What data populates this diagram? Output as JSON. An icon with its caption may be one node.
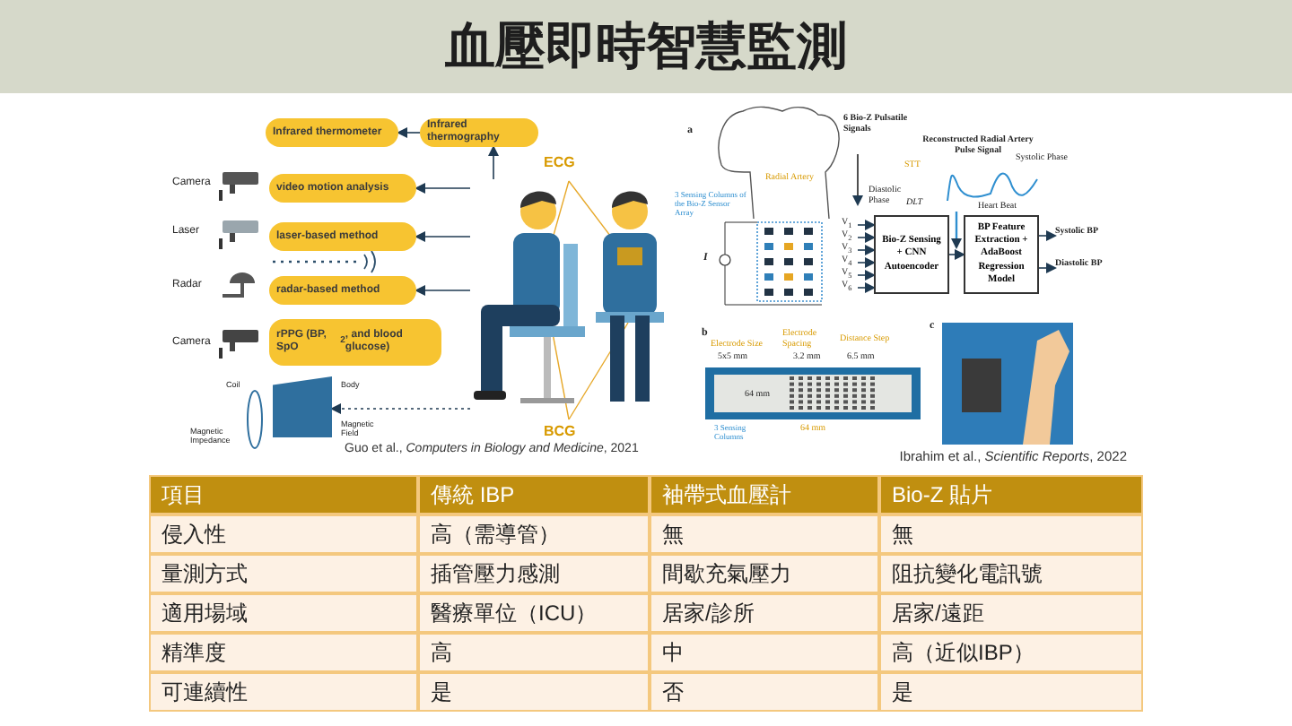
{
  "diagram": {
    "title": "血壓即時智慧監測",
    "nodes": [
      {
        "text": [
          "Infrared thermometer"
        ]
      },
      {
        "text": [
          "Infrared thermography"
        ]
      },
      {
        "text": [
          "video motion analysis"
        ]
      },
      {
        "text": [
          "laser-based method"
        ]
      },
      {
        "text": [
          "radar-based method"
        ]
      },
      {
        "text": [
          "rPPG (BP, SpO$_{2}$, and blood glucose)"
        ]
      },
      {
        "text": [],
        "shape": "picture"
      },
      {
        "text": [],
        "shape": "box"
      },
      {
        "text": [
          "V$_{1}$"
        ]
      },
      {
        "text": [
          "V$_{2}$"
        ]
      },
      {
        "text": [
          "V$_{3}$"
        ]
      },
      {
        "text": [
          "V$_{4}$"
        ]
      },
      {
        "text": [
          "V$_{5}$"
        ]
      },
      {
        "text": [
          "V$_{6}$"
        ]
      },
      {
        "text": [
          "Bio-Z Sensing + CNN Autoencoder"
        ]
      },
      {
        "text": [
          "BP Feature Extraction + AdaBoost Regression Model"
        ]
      },
      {
        "text": [
          "Systolic BP"
        ]
      },
      {
        "text": [
          "Diastolic BP"
        ]
      }
    ],
    "edges": [
      {
        "from": 1,
        "to": 0,
        "arrow": "to"
      },
      {
        "from": 6,
        "to": 1,
        "arrow": "to"
      },
      {
        "from": 6,
        "to": 2,
        "arrow": "to"
      },
      {
        "from": 6,
        "to": 3,
        "arrow": "to"
      },
      {
        "from": 6,
        "to": 4,
        "arrow": "to"
      },
      {
        "from": 6,
        "to": 7,
        "arrow": "to",
        "style": "dashed"
      },
      {
        "from": 8,
        "to": 14,
        "arrow": "to"
      },
      {
        "from": 9,
        "to": 14,
        "arrow": "to"
      },
      {
        "from": 10,
        "to": 14,
        "arrow": "to"
      },
      {
        "from": 11,
        "to": 14,
        "arrow": "to"
      },
      {
        "from": 12,
        "to": 14,
        "arrow": "to"
      },
      {
        "from": 13,
        "to": 14,
        "arrow": "to"
      },
      {
        "from": 14,
        "to": 15,
        "arrow": "to"
      },
      {
        "from": 15,
        "to": 16,
        "arrow": "to"
      },
      {
        "from": 15,
        "to": 17,
        "arrow": "to"
      }
    ],
    "labels": [
      "Camera",
      "Laser",
      "Radar",
      "Camera",
      "ECG",
      "BCG",
      "Coil",
      "Magnetic Impedance",
      "Body",
      "Magnetic Field",
      "Guo et al., *Computers in Biology and Medicine*, 2021",
      "a",
      "Radial Artery",
      "3 Sensing Columns of the Bio-Z Sensor Array",
      "I",
      "6 Bio-Z Pulsatile Signals",
      "Reconstructed Radial Artery Pulse Signal",
      "STT",
      "Systolic Phase",
      "Diastolic Phase",
      "DLT",
      "Heart Beat",
      "b",
      "Electrode Size",
      "5x5 mm",
      "Electrode Spacing",
      "3.2 mm",
      "Distance Step",
      "6.5 mm",
      "64 mm",
      "3 Sensing Columns",
      "64 mm",
      "c",
      "Ibrahim et al., *Scientific Reports*, 2022",
      "項目",
      "傳統 IBP",
      "袖帶式血壓計",
      "Bio-Z 貼片",
      "侵入性",
      "高（需導管）",
      "無",
      "無",
      "量測方式",
      "插管壓力感測",
      "間歇充氣壓力",
      "阻抗變化電訊號",
      "適用場域",
      "醫療單位（ICU）",
      "居家/診所",
      "居家/遠距",
      "精準度",
      "高",
      "中",
      "高（近似IBP）",
      "可連續性",
      "是",
      "否",
      "是"
    ]
  }
}
